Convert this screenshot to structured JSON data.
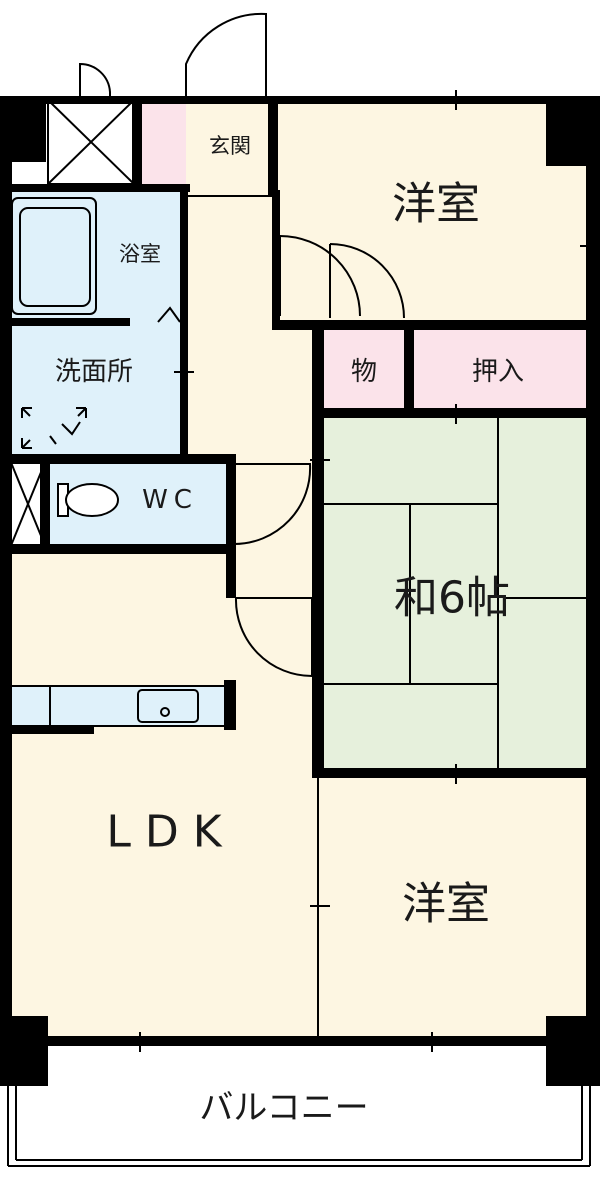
{
  "floor_plan": {
    "colors": {
      "wood_floor": "#fdf6e2",
      "tatami": "#e6f0dc",
      "wet_area": "#dff1fa",
      "storage": "#fbe3ea",
      "wall": "#000000",
      "balcony": "#ffffff"
    },
    "rooms": {
      "genkan": "玄関",
      "yoshitsu_top": "洋室",
      "yokushitsu": "浴室",
      "senmenjo": "洗面所",
      "mono": "物",
      "oshiire": "押入",
      "wc": "WC",
      "washitsu": "和6帖",
      "ldk": "L D K",
      "yoshitsu_bottom": "洋室",
      "balcony": "バルコニー"
    }
  }
}
